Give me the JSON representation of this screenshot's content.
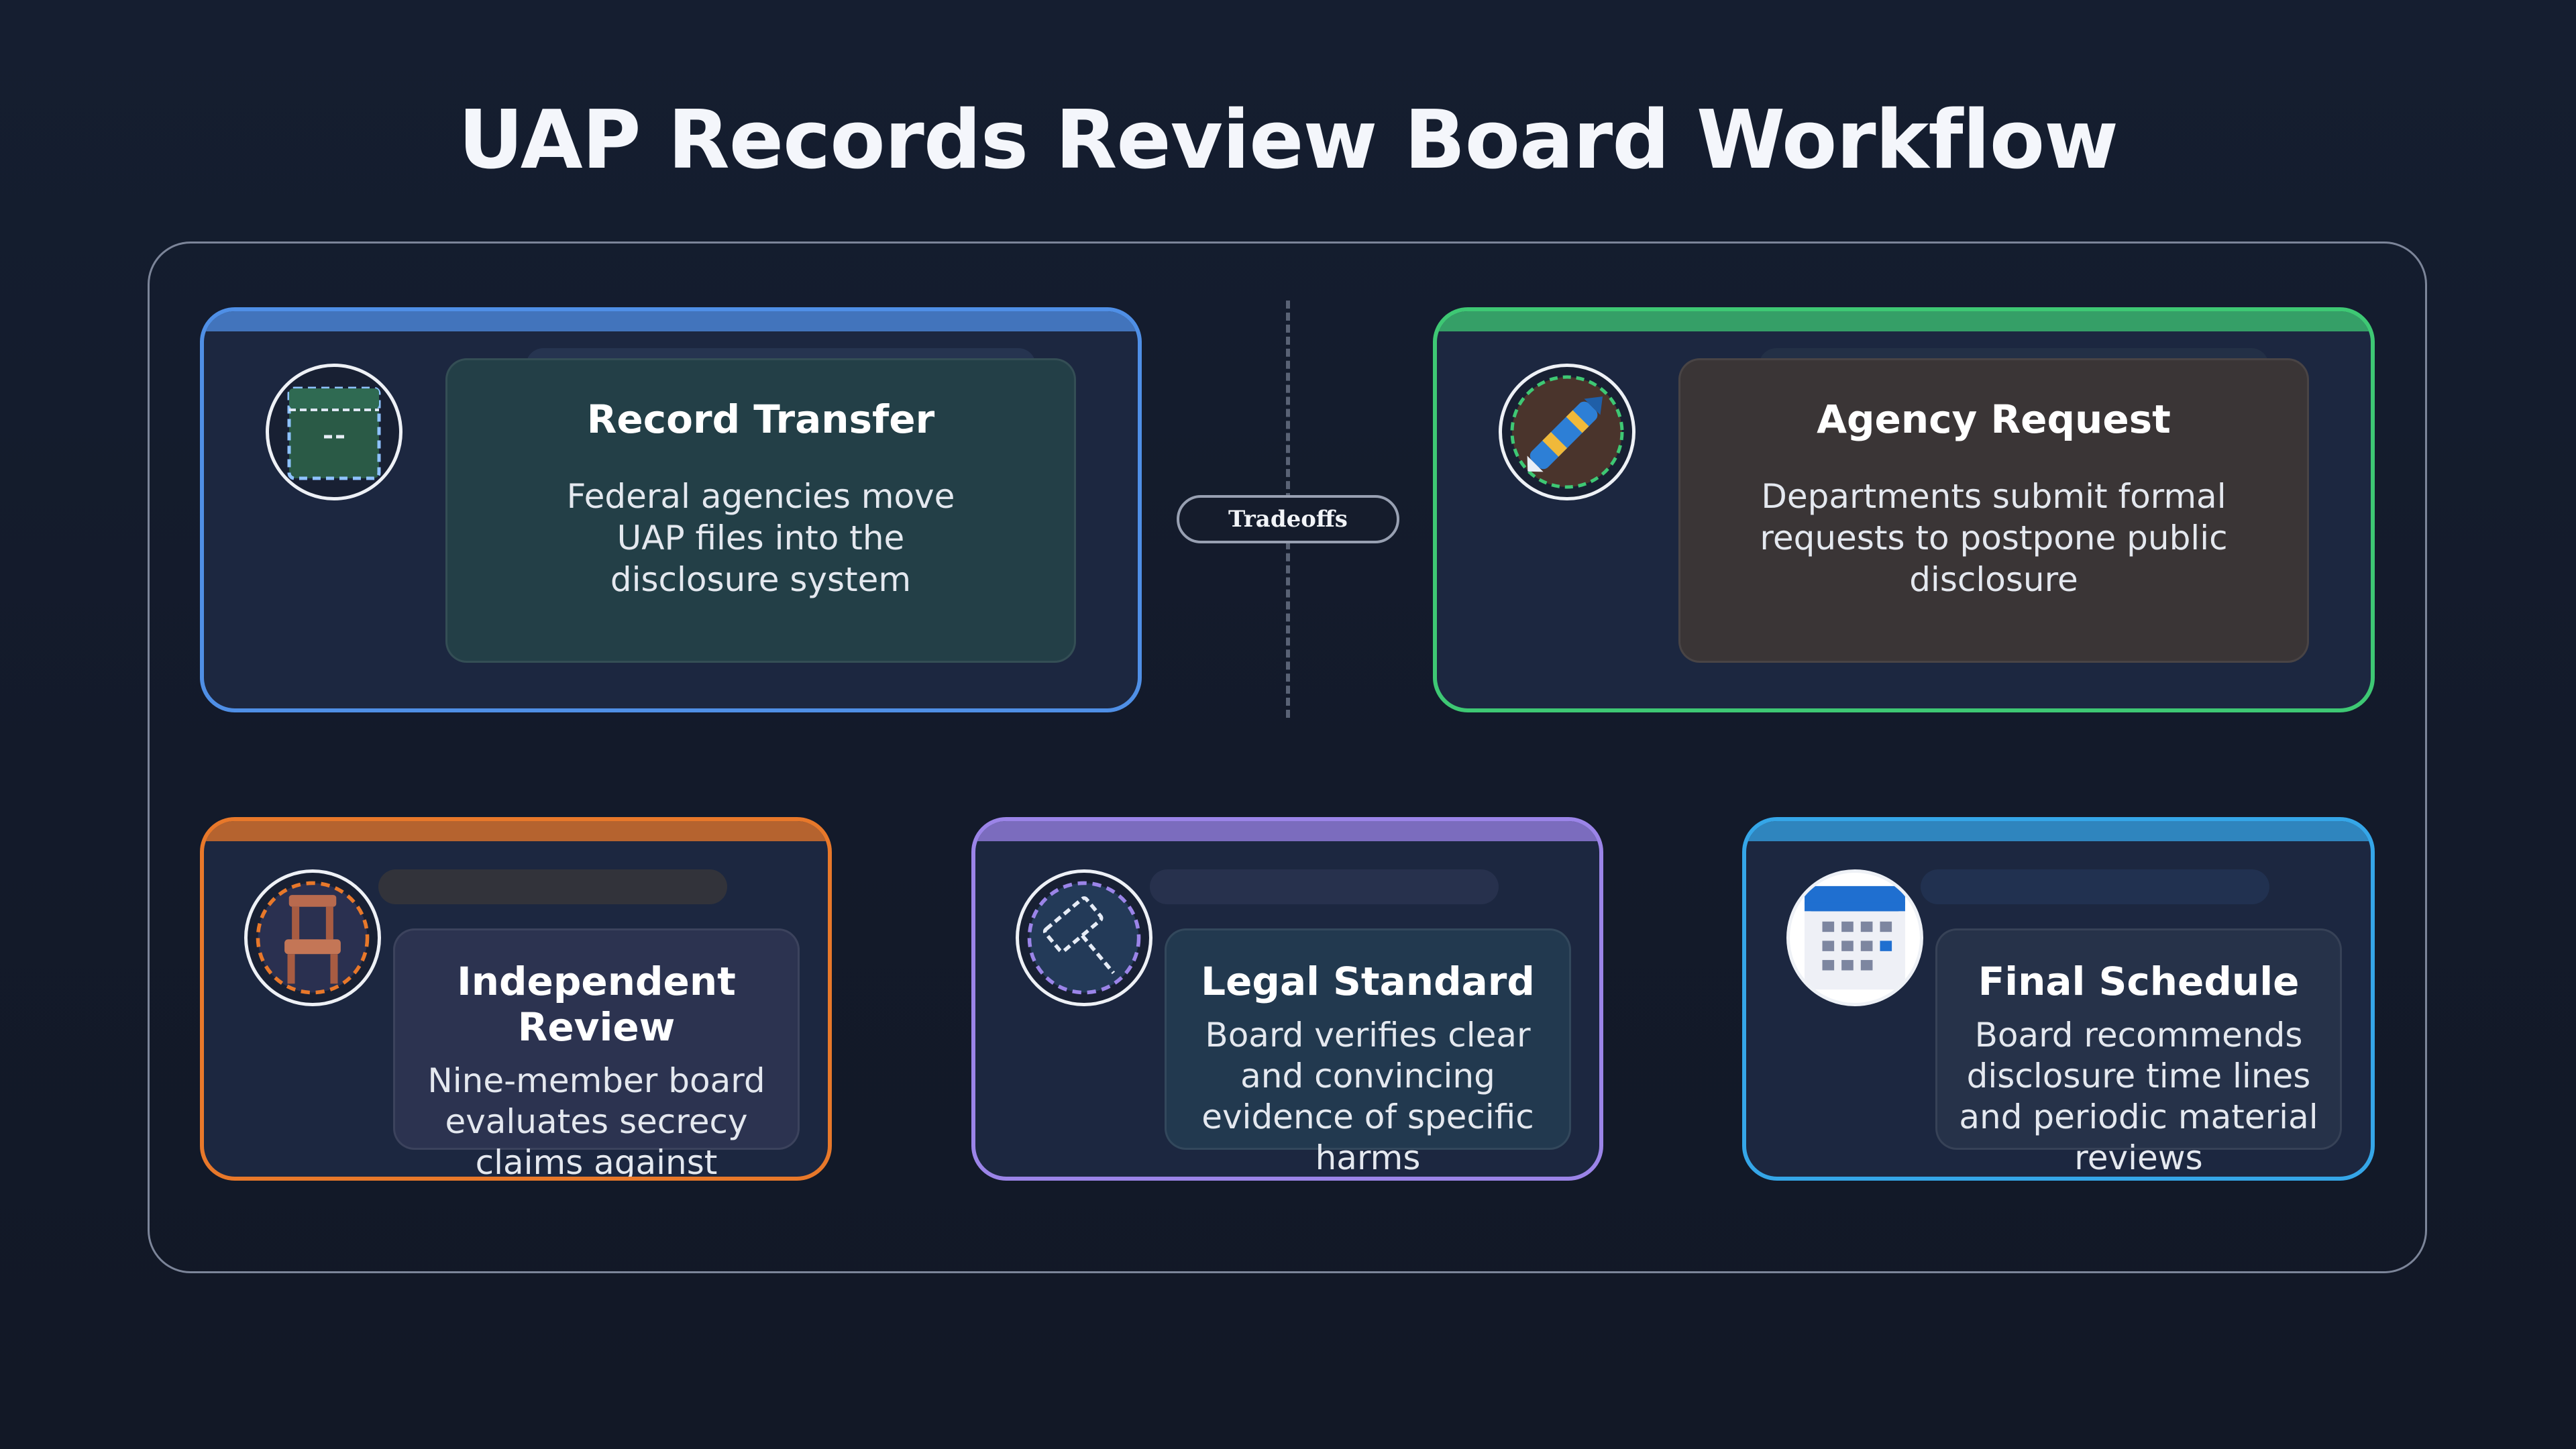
{
  "title": "UAP Records Review Board Workflow",
  "divider_label": "Tradeoffs",
  "colors": {
    "blue": "#4f8fe6",
    "green": "#3ec874",
    "orange": "#e8782a",
    "purple": "#9b84e8",
    "cyan": "#35a6e8"
  },
  "cards": [
    {
      "title": "Record Transfer",
      "description": "Federal agencies move UAP files into the disclosure system",
      "icon": "archive-box-icon",
      "accent": "#4f8fe6"
    },
    {
      "title": "Agency Request",
      "description": "Departments submit formal requests to postpone public disclosure",
      "icon": "pen-icon",
      "accent": "#3ec874"
    },
    {
      "title": "Independent Review",
      "description": "Nine-member board evaluates secrecy claims against public interest",
      "icon": "chair-icon",
      "accent": "#e8782a"
    },
    {
      "title": "Legal Standard",
      "description": "Board verifies clear and convincing evidence of specific harms",
      "icon": "gavel-icon",
      "accent": "#9b84e8"
    },
    {
      "title": "Final Schedule",
      "description": "Board recommends disclosure time lines and periodic material reviews",
      "icon": "calendar-icon",
      "accent": "#35a6e8"
    }
  ]
}
